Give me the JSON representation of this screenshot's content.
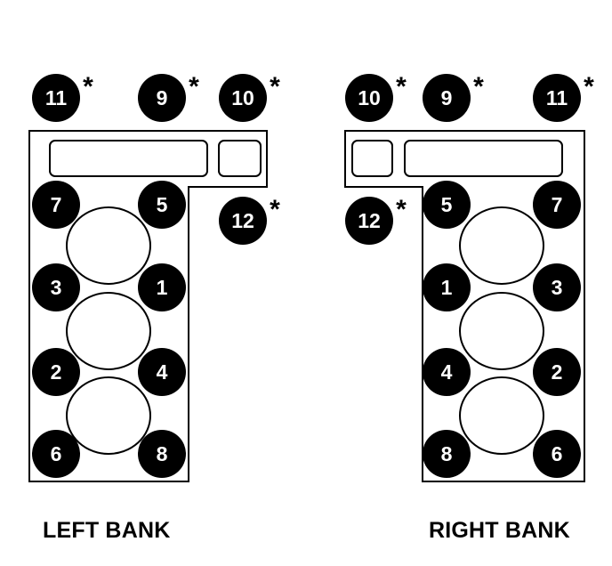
{
  "left_bank": {
    "label": "LEFT BANK",
    "bolts": [
      {
        "num": "11",
        "star": true
      },
      {
        "num": "9",
        "star": true
      },
      {
        "num": "10",
        "star": true
      },
      {
        "num": "12",
        "star": true
      },
      {
        "num": "7",
        "star": false
      },
      {
        "num": "5",
        "star": false
      },
      {
        "num": "3",
        "star": false
      },
      {
        "num": "1",
        "star": false
      },
      {
        "num": "2",
        "star": false
      },
      {
        "num": "4",
        "star": false
      },
      {
        "num": "6",
        "star": false
      },
      {
        "num": "8",
        "star": false
      }
    ]
  },
  "right_bank": {
    "label": "RIGHT BANK",
    "bolts": [
      {
        "num": "10",
        "star": true
      },
      {
        "num": "9",
        "star": true
      },
      {
        "num": "11",
        "star": true
      },
      {
        "num": "12",
        "star": true
      },
      {
        "num": "5",
        "star": false
      },
      {
        "num": "7",
        "star": false
      },
      {
        "num": "1",
        "star": false
      },
      {
        "num": "3",
        "star": false
      },
      {
        "num": "4",
        "star": false
      },
      {
        "num": "2",
        "star": false
      },
      {
        "num": "8",
        "star": false
      },
      {
        "num": "6",
        "star": false
      }
    ]
  },
  "star_symbol": "*",
  "colors": {
    "bolt_fill": "#000000",
    "bolt_text": "#ffffff",
    "line": "#000000"
  }
}
